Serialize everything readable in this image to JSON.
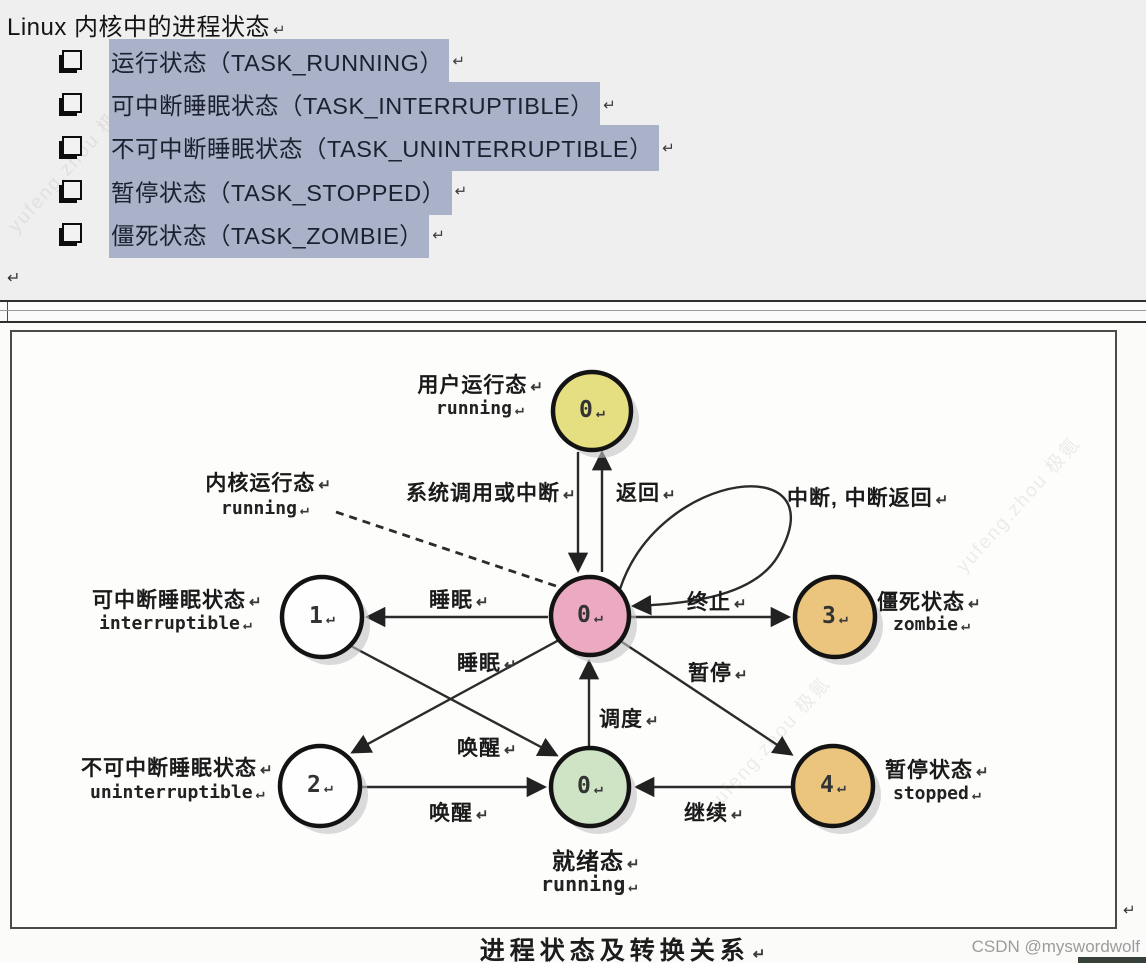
{
  "page": {
    "title": "Linux 内核中的进程状态",
    "pilcrow": "↵"
  },
  "bullets": {
    "highlight_color": "#a9b2c8",
    "items": [
      {
        "text": "运行状态（TASK_RUNNING）"
      },
      {
        "text": "可中断睡眠状态（TASK_INTERRUPTIBLE）"
      },
      {
        "text": "不可中断睡眠状态（TASK_UNINTERRUPTIBLE）"
      },
      {
        "text": "暂停状态（TASK_STOPPED）"
      },
      {
        "text": "僵死状态（TASK_ZOMBIE）"
      }
    ]
  },
  "diagram": {
    "caption": "进程状态及转换关系",
    "nodes": {
      "user": {
        "num": "0",
        "title": "用户运行态",
        "subtitle": "running",
        "fill": "#e5df82"
      },
      "kernel": {
        "num": "0",
        "title": "内核运行态",
        "subtitle": "running",
        "fill": "#ecaac2"
      },
      "interruptible": {
        "num": "1",
        "title": "可中断睡眠状态",
        "subtitle": "interruptible",
        "fill": "#fefefe"
      },
      "uninterruptible": {
        "num": "2",
        "title": "不可中断睡眠状态",
        "subtitle": "uninterruptible",
        "fill": "#fefefe"
      },
      "ready": {
        "num": "0",
        "title": "就绪态",
        "subtitle": "running",
        "fill": "#cfe3c5"
      },
      "zombie": {
        "num": "3",
        "title": "僵死状态",
        "subtitle": "zombie",
        "fill": "#ebc57e"
      },
      "stopped": {
        "num": "4",
        "title": "暂停状态",
        "subtitle": "stopped",
        "fill": "#ebc57e"
      }
    },
    "edges": {
      "syscall": "系统调用或中断",
      "return": "返回",
      "interrupt": "中断, 中断返回",
      "sleep_to_interruptible": "睡眠",
      "sleep_to_uninterruptible": "睡眠",
      "terminate": "终止",
      "pause": "暂停",
      "schedule": "调度",
      "wake_from_interruptible": "唤醒",
      "wake_from_uninterruptible": "唤醒",
      "continue": "继续"
    }
  },
  "watermarks": {
    "csdn": "CSDN @myswordwolf",
    "diagonal": "yufeng.zhou 极氪"
  }
}
